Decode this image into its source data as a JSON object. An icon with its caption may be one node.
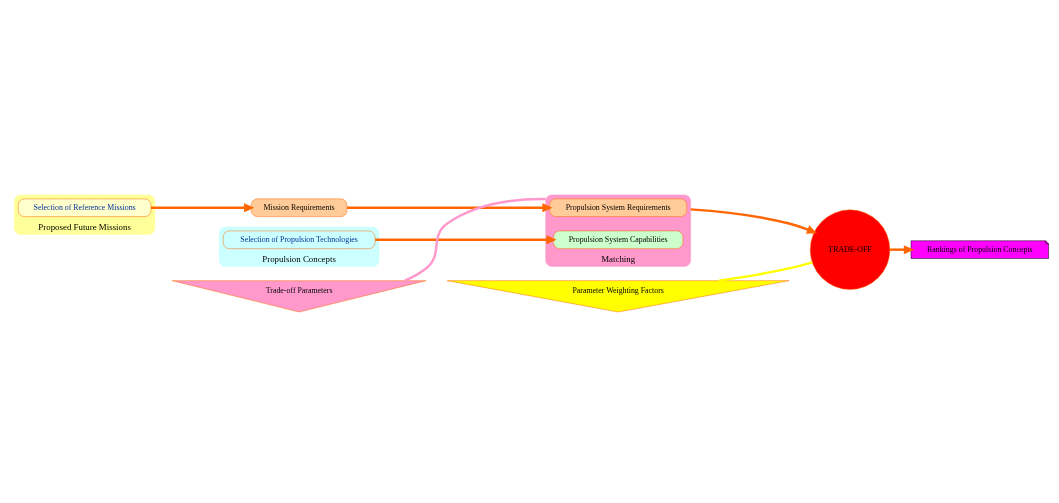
{
  "diagram": {
    "nodes": [
      {
        "text": [
          "Proposed Future Missions"
        ]
      },
      {
        "text": [
          "Selection of Reference Missions"
        ],
        "in": 0
      },
      {
        "text": [
          "Mission Requirements"
        ]
      },
      {
        "text": [
          "Propulsion Concepts"
        ]
      },
      {
        "text": [
          "Selection of Propulsion Technologies"
        ],
        "in": 3
      },
      {
        "text": [
          "Trade-off Parameters"
        ]
      },
      {
        "text": [
          "Parameter Weighting Factors"
        ]
      },
      {
        "text": [
          "Matching"
        ]
      },
      {
        "text": [
          "Propulsion System Requirements"
        ],
        "in": 7
      },
      {
        "text": [
          "Propulsion System Capabilities"
        ],
        "in": 7
      },
      {
        "text": [
          "TRADE-OFF"
        ]
      },
      {
        "text": [
          "Rankings of Propulsion Concepts"
        ]
      }
    ],
    "edges": [
      {
        "from": 1,
        "to": 2,
        "arrow": "to"
      },
      {
        "from": 2,
        "to": 8,
        "arrow": "to"
      },
      {
        "from": 4,
        "to": 9,
        "arrow": "to"
      },
      {
        "from": 5,
        "to": 7,
        "arrow": "none",
        "color": "#ff99cc"
      },
      {
        "from": 7,
        "to": 10,
        "arrow": "to"
      },
      {
        "from": 6,
        "to": 10,
        "arrow": "none",
        "color": "#ffff00"
      },
      {
        "from": 10,
        "to": 11,
        "arrow": "to"
      }
    ]
  }
}
